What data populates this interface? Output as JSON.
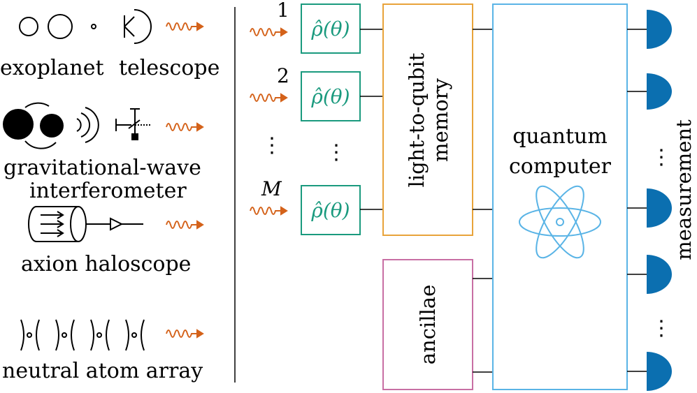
{
  "sources": {
    "exoplanet_label": "exoplanet",
    "telescope_label": "telescope",
    "gw_line1": "gravitational-wave",
    "gw_line2": "interferometer",
    "axion_label": "axion haloscope",
    "atom_label": "neutral atom array"
  },
  "inputs": {
    "index_1": "1",
    "index_2": "2",
    "index_m": "M",
    "state_label": "ρ̂(θ)",
    "dots": "⋮"
  },
  "memory": {
    "line1": "light-to-qubit",
    "line2": "memory"
  },
  "ancillae": {
    "label": "ancillae"
  },
  "computer": {
    "line1": "quantum",
    "line2": "computer"
  },
  "measurement": {
    "label": "measurement"
  },
  "colors": {
    "photon": "#d4621a",
    "state_box": "#1a9a7e",
    "memory_box": "#e8a33a",
    "ancillae_box": "#c86fa4",
    "computer_box": "#5ab4e6",
    "detector": "#0b6fb0"
  }
}
